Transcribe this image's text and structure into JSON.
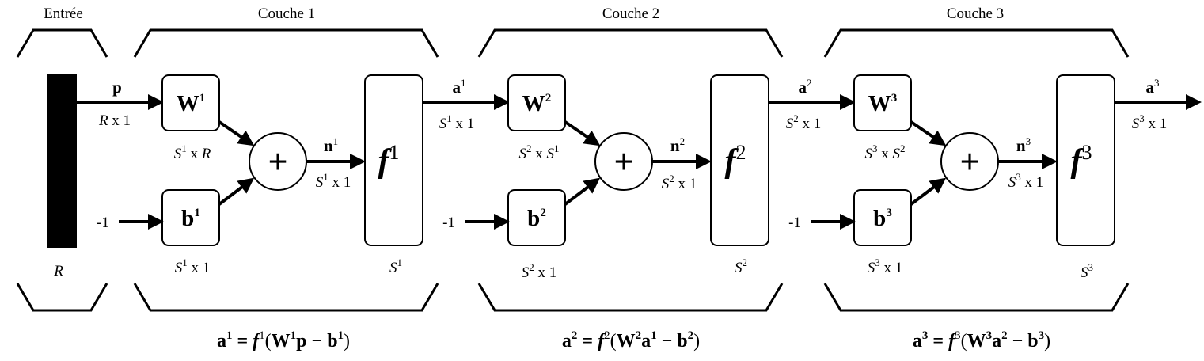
{
  "headers": {
    "input": "Entrée",
    "layer1": "Couche 1",
    "layer2": "Couche 2",
    "layer3": "Couche 3"
  },
  "input": {
    "symbol": "p",
    "dim_R": "R",
    "dim_x1": "x 1",
    "bar_label": "R"
  },
  "bias_input": "-1",
  "plus": "+",
  "layers": [
    {
      "W": "W",
      "b": "b",
      "idx": "1",
      "n": "n",
      "a": "a",
      "f": "f",
      "S": "S",
      "w_dim_mid": "x",
      "w_dim_right": "R",
      "x1": "x 1",
      "equation": {
        "a": "a",
        "eq": " = ",
        "f": "f",
        "open": "(",
        "W": "W",
        "in": "p",
        "minus": " − ",
        "b": "b",
        "close": ")",
        "in_sup": ""
      }
    },
    {
      "W": "W",
      "b": "b",
      "idx": "2",
      "n": "n",
      "a": "a",
      "f": "f",
      "S": "S",
      "w_dim_mid": "x",
      "w_dim_right": "S",
      "w_dim_right_sup": "1",
      "x1": "x 1",
      "equation": {
        "a": "a",
        "eq": " = ",
        "f": "f",
        "open": "(",
        "W": "W",
        "in": "a",
        "in_sup": "1",
        "minus": " − ",
        "b": "b",
        "close": ")"
      }
    },
    {
      "W": "W",
      "b": "b",
      "idx": "3",
      "n": "n",
      "a": "a",
      "f": "f",
      "S": "S",
      "w_dim_mid": "x",
      "w_dim_right": "S",
      "w_dim_right_sup": "2",
      "x1": "x 1",
      "equation": {
        "a": "a",
        "eq": " = ",
        "f": "f",
        "open": "(",
        "W": "W",
        "in": "a",
        "in_sup": "2",
        "minus": " − ",
        "b": "b",
        "close": ")"
      }
    }
  ],
  "colors": {
    "stroke": "#000000",
    "fill": "#ffffff",
    "input_bar": "#000000"
  }
}
